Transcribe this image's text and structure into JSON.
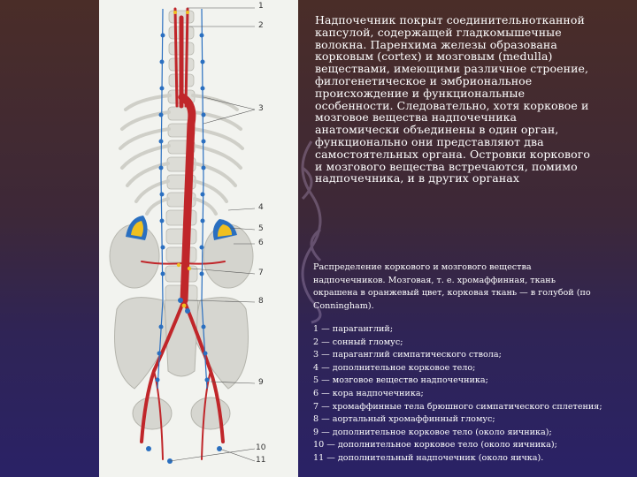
{
  "main_text": "Надпочечник покрыт соединительнотканной капсулой, содержащей гладкомышечные волокна. Паренхима железы образована корковым (cortex) и мозговым (medulla) веществами, имеющими различное строение, филогенетическое и эмбриональное происхождение и функциональные особенности. Следовательно, хотя корковое и мозговое вещества надпочечника анатомически объединены в один орган, функционально они представляют два самостоятельных органа. Островки коркового и мозгового вещества встречаются, помимо надпочечника, и в других органах",
  "caption": "Распределение коркового и мозгового вещества надпочечников. Мозговая, т. е. хромаффинная, ткань окрашена в оранжевый цвет, корковая ткань — в голубой (по Conningham).",
  "legend": [
    "1 — параганглий;",
    "2 — сонный гломус;",
    "3 — параганглий симпатического ствола;",
    "4 — дополнительное корковое тело;",
    "5 — мозговое вещество надпочечника;",
    "6 — кора надпочечника;",
    "7 — хромаффинные тела брюшного симпатического сплетения;",
    "8 — аортальный хромаффинный гломус;",
    "9 — дополнительное корковое тело (около яичника);",
    "10 — дополнительное корковое тело (около яичника);",
    "11 — дополнительный надпочечник (около яичка)."
  ],
  "figure_labels": [
    "1",
    "2",
    "3",
    "4",
    "5",
    "6",
    "7",
    "8",
    "9",
    "10",
    "11"
  ],
  "colors": {
    "artery": "#c0262a",
    "cortex": "#2a6fc0",
    "medulla": "#f0c020",
    "bone": "#d8d8d2",
    "figure_bg": "#f2f3ef"
  }
}
